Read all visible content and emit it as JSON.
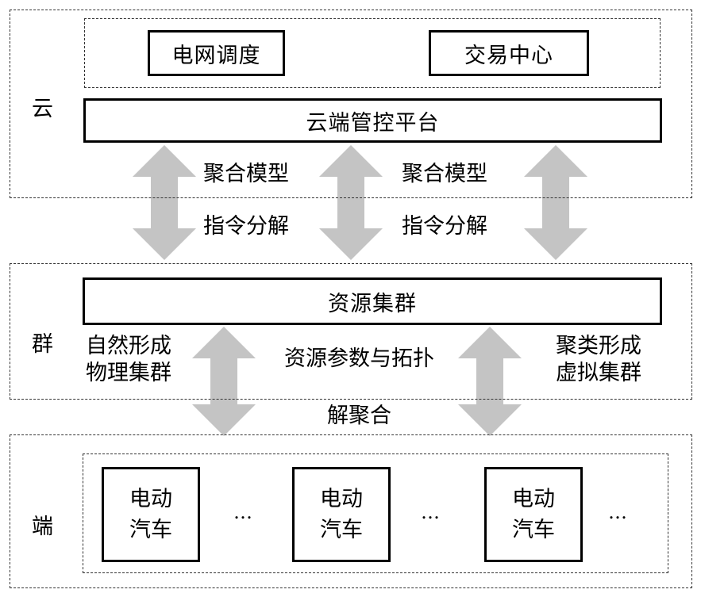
{
  "layers": {
    "cloud_label": "云",
    "cluster_label": "群",
    "edge_label": "端"
  },
  "cloud": {
    "grid_dispatch": "电网调度",
    "trading_center": "交易中心",
    "platform": "云端管控平台"
  },
  "links": {
    "model_left": "聚合模型",
    "model_right": "聚合模型",
    "decompose_left": "指令分解",
    "decompose_right": "指令分解"
  },
  "cluster": {
    "title": "资源集群",
    "left_line1": "自然形成",
    "left_line2": "物理集群",
    "center": "资源参数与拓扑",
    "right_line1": "聚类形成",
    "right_line2": "虚拟集群"
  },
  "disaggregation": "解聚合",
  "edge": {
    "ev_line1": "电动",
    "ev_line2": "汽车",
    "ellipsis": "…"
  },
  "colors": {
    "arrow": "#c4c4c4",
    "border": "#000000",
    "dashed": "#333333"
  }
}
